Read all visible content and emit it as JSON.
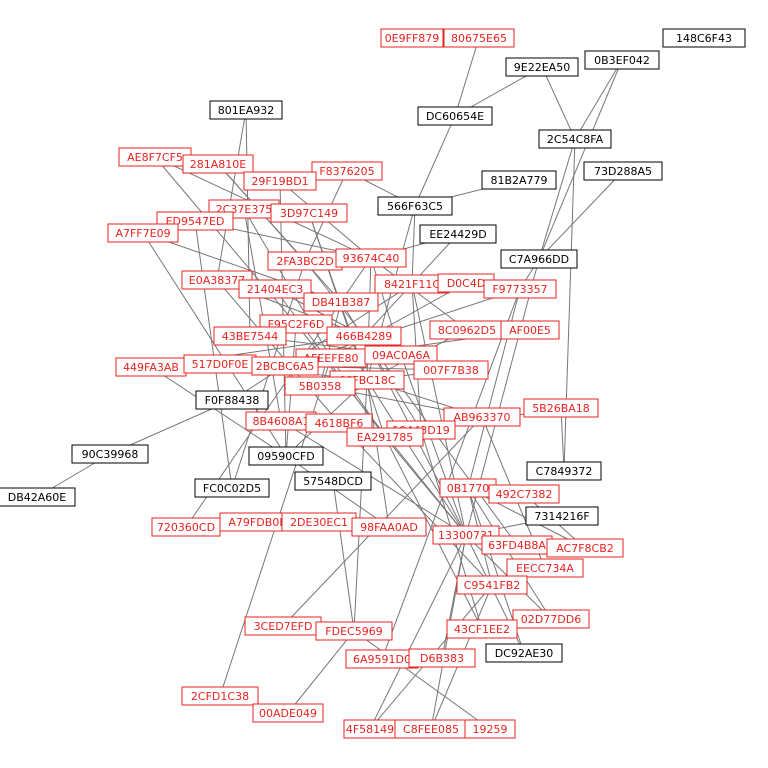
{
  "colors": {
    "highlight": "#e8231f",
    "normal": "#000000",
    "edge": "#777777"
  },
  "nodes": [
    {
      "id": "0E9FF879",
      "group": "highlight"
    },
    {
      "id": "80675E65",
      "group": "highlight"
    },
    {
      "id": "148C6F43",
      "group": "normal"
    },
    {
      "id": "9E22EA50",
      "group": "normal"
    },
    {
      "id": "0B3EF042",
      "group": "normal"
    },
    {
      "id": "801EA932",
      "group": "normal"
    },
    {
      "id": "DC60654E",
      "group": "normal"
    },
    {
      "id": "2C54C8FA",
      "group": "normal"
    },
    {
      "id": "AE8F7CF5",
      "group": "highlight"
    },
    {
      "id": "281A810E",
      "group": "highlight"
    },
    {
      "id": "F8376205",
      "group": "highlight"
    },
    {
      "id": "73D288A5",
      "group": "normal"
    },
    {
      "id": "29F19BD1",
      "group": "highlight"
    },
    {
      "id": "81B2A779",
      "group": "normal"
    },
    {
      "id": "2C37E375",
      "group": "highlight"
    },
    {
      "id": "566F63C5",
      "group": "normal"
    },
    {
      "id": "3D97C149",
      "group": "highlight"
    },
    {
      "id": "ED9547ED",
      "group": "highlight"
    },
    {
      "id": "A7FF7E09",
      "group": "highlight"
    },
    {
      "id": "EE24429D",
      "group": "normal"
    },
    {
      "id": "2FA3BC2D",
      "group": "highlight"
    },
    {
      "id": "93674C40",
      "group": "highlight"
    },
    {
      "id": "C7A966DD",
      "group": "normal"
    },
    {
      "id": "E0A38377",
      "group": "highlight"
    },
    {
      "id": "8421F11C",
      "group": "highlight"
    },
    {
      "id": "D0C4D",
      "group": "highlight"
    },
    {
      "id": "21404EC3",
      "group": "highlight"
    },
    {
      "id": "F9773357",
      "group": "highlight"
    },
    {
      "id": "DB41B387",
      "group": "highlight"
    },
    {
      "id": "F95C2F6D",
      "group": "highlight"
    },
    {
      "id": "8C0962D5",
      "group": "highlight"
    },
    {
      "id": "AF00E5",
      "group": "highlight"
    },
    {
      "id": "43BE7544",
      "group": "highlight"
    },
    {
      "id": "466B4289",
      "group": "highlight"
    },
    {
      "id": "AFEEFE80",
      "group": "highlight"
    },
    {
      "id": "09AC0A6A",
      "group": "highlight"
    },
    {
      "id": "449FA3AB",
      "group": "highlight"
    },
    {
      "id": "517D0F0E",
      "group": "highlight"
    },
    {
      "id": "2BCBC6A5",
      "group": "highlight"
    },
    {
      "id": "007F7B38",
      "group": "highlight"
    },
    {
      "id": "66FBC18C",
      "group": "highlight"
    },
    {
      "id": "5B0358",
      "group": "highlight"
    },
    {
      "id": "F0F88438",
      "group": "normal"
    },
    {
      "id": "5B26BA18",
      "group": "highlight"
    },
    {
      "id": "AB963370",
      "group": "highlight"
    },
    {
      "id": "8B4608A1",
      "group": "highlight"
    },
    {
      "id": "4618BF6",
      "group": "highlight"
    },
    {
      "id": "19443D19",
      "group": "highlight"
    },
    {
      "id": "EA291785",
      "group": "highlight"
    },
    {
      "id": "90C39968",
      "group": "normal"
    },
    {
      "id": "09590CFD",
      "group": "normal"
    },
    {
      "id": "C7849372",
      "group": "normal"
    },
    {
      "id": "57548DCD",
      "group": "normal"
    },
    {
      "id": "0B1770",
      "group": "highlight"
    },
    {
      "id": "FC0C02D5",
      "group": "normal"
    },
    {
      "id": "492C7382",
      "group": "highlight"
    },
    {
      "id": "DB42A60E",
      "group": "normal"
    },
    {
      "id": "7314216F",
      "group": "normal"
    },
    {
      "id": "720360CD",
      "group": "highlight"
    },
    {
      "id": "A79FDB0F",
      "group": "highlight"
    },
    {
      "id": "2DE30EC1",
      "group": "highlight"
    },
    {
      "id": "98FAA0AD",
      "group": "highlight"
    },
    {
      "id": "13300731",
      "group": "highlight"
    },
    {
      "id": "63FD4B8A",
      "group": "highlight"
    },
    {
      "id": "AC7F8CB2",
      "group": "highlight"
    },
    {
      "id": "EECC734A",
      "group": "highlight"
    },
    {
      "id": "C9541FB2",
      "group": "highlight"
    },
    {
      "id": "02D77DD6",
      "group": "highlight"
    },
    {
      "id": "3CED7EFD",
      "group": "highlight"
    },
    {
      "id": "FDEC5969",
      "group": "highlight"
    },
    {
      "id": "43CF1EE2",
      "group": "highlight"
    },
    {
      "id": "DC92AE30",
      "group": "normal"
    },
    {
      "id": "6A9591D0",
      "group": "highlight"
    },
    {
      "id": "D6B383",
      "group": "highlight"
    },
    {
      "id": "2CFD1C38",
      "group": "highlight"
    },
    {
      "id": "00ADE049",
      "group": "highlight"
    },
    {
      "id": "4F58149",
      "group": "highlight"
    },
    {
      "id": "C8FEE085",
      "group": "highlight"
    },
    {
      "id": "19259",
      "group": "highlight"
    }
  ],
  "edges": [
    [
      "80675E65",
      "DC60654E"
    ],
    [
      "9E22EA50",
      "DC60654E"
    ],
    [
      "9E22EA50",
      "2C54C8FA"
    ],
    [
      "0B3EF042",
      "2C54C8FA"
    ],
    [
      "0B3EF042",
      "C7A966DD"
    ],
    [
      "2C54C8FA",
      "C7A966DD"
    ],
    [
      "DC60654E",
      "566F63C5"
    ],
    [
      "81B2A779",
      "566F63C5"
    ],
    [
      "73D288A5",
      "C7A966DD"
    ],
    [
      "801EA932",
      "E0A38377"
    ],
    [
      "801EA932",
      "43BE7544"
    ],
    [
      "AE8F7CF5",
      "93674C40"
    ],
    [
      "281A810E",
      "2FA3BC2D"
    ],
    [
      "281A810E",
      "DB41B387"
    ],
    [
      "29F19BD1",
      "93674C40"
    ],
    [
      "F8376205",
      "566F63C5"
    ],
    [
      "F8376205",
      "2FA3BC2D"
    ],
    [
      "2C37E375",
      "AFEEFE80"
    ],
    [
      "3D97C149",
      "66FBC18C"
    ],
    [
      "ED9547ED",
      "93674C40"
    ],
    [
      "A7FF7E09",
      "DB41B387"
    ],
    [
      "EE24429D",
      "93674C40"
    ],
    [
      "EE24429D",
      "466B4289"
    ],
    [
      "566F63C5",
      "66FBC18C"
    ],
    [
      "566F63C5",
      "8421F11C"
    ],
    [
      "C7A966DD",
      "13300731"
    ],
    [
      "C7A966DD",
      "F9773357"
    ],
    [
      "2C54C8FA",
      "C7849372"
    ],
    [
      "93674C40",
      "66FBC18C"
    ],
    [
      "93674C40",
      "09AC0A6A"
    ],
    [
      "93674C40",
      "8C0962D5"
    ],
    [
      "E0A38377",
      "466B4289"
    ],
    [
      "21404EC3",
      "EA291785"
    ],
    [
      "8421F11C",
      "19443D19"
    ],
    [
      "D0C4D",
      "AFEEFE80"
    ],
    [
      "F9773357",
      "0B1770"
    ],
    [
      "DB41B387",
      "5B0358"
    ],
    [
      "F95C2F6D",
      "09590CFD"
    ],
    [
      "8C0962D5",
      "66FBC18C"
    ],
    [
      "AF00E5",
      "AFEEFE80"
    ],
    [
      "43BE7544",
      "09AC0A6A"
    ],
    [
      "449FA3AB",
      "466B4289"
    ],
    [
      "517D0F0E",
      "09AC0A6A"
    ],
    [
      "2BCBC6A5",
      "007F7B38"
    ],
    [
      "007F7B38",
      "66FBC18C"
    ],
    [
      "F0F88438",
      "90C39968"
    ],
    [
      "90C39968",
      "DB42A60E"
    ],
    [
      "F0F88438",
      "8421F11C"
    ],
    [
      "5B26BA18",
      "C7849372"
    ],
    [
      "5B26BA18",
      "EA291785"
    ],
    [
      "AB963370",
      "66FBC18C"
    ],
    [
      "8B4608A1",
      "13300731"
    ],
    [
      "4618BF6",
      "C9541FB2"
    ],
    [
      "EA291785",
      "43CF1EE2"
    ],
    [
      "EA291785",
      "13300731"
    ],
    [
      "09590CFD",
      "98FAA0AD"
    ],
    [
      "09590CFD",
      "66FBC18C"
    ],
    [
      "57548DCD",
      "FDEC5969"
    ],
    [
      "FC0C02D5",
      "2FA3BC2D"
    ],
    [
      "0B1770",
      "C9541FB2"
    ],
    [
      "492C7382",
      "AC7F8CB2"
    ],
    [
      "7314216F",
      "13300731"
    ],
    [
      "A79FDB0F",
      "2DE30EC1"
    ],
    [
      "720360CD",
      "93674C40"
    ],
    [
      "98FAA0AD",
      "66FBC18C"
    ],
    [
      "13300731",
      "C8FEE085"
    ],
    [
      "13300731",
      "DC92AE30"
    ],
    [
      "13300731",
      "02D77DD6"
    ],
    [
      "63FD4B8A",
      "466B4289"
    ],
    [
      "EECC734A",
      "AB963370"
    ],
    [
      "C9541FB2",
      "4F58149"
    ],
    [
      "43CF1EE2",
      "19443D19"
    ],
    [
      "3CED7EFD",
      "AB963370"
    ],
    [
      "FDEC5969",
      "66FBC18C"
    ],
    [
      "6A9591D0",
      "F9773357"
    ],
    [
      "D6B383",
      "13300731"
    ],
    [
      "2CFD1C38",
      "AFEEFE80"
    ],
    [
      "00ADE049",
      "FDEC5969"
    ],
    [
      "19259",
      "FDEC5969"
    ],
    [
      "C8FEE085",
      "C9541FB2"
    ],
    [
      "4F58149",
      "13300731"
    ],
    [
      "DC92AE30",
      "0B1770"
    ],
    [
      "02D77DD6",
      "0B1770"
    ],
    [
      "AC7F8CB2",
      "0B1770"
    ],
    [
      "2FA3BC2D",
      "466B4289"
    ],
    [
      "466B4289",
      "13300731"
    ],
    [
      "09AC0A6A",
      "13300731"
    ],
    [
      "5B0358",
      "AB963370"
    ],
    [
      "AFEEFE80",
      "EA291785"
    ],
    [
      "66FBC18C",
      "13300731"
    ],
    [
      "8421F11C",
      "13300731"
    ],
    [
      "21404EC3",
      "466B4289"
    ],
    [
      "DB41B387",
      "19443D19"
    ],
    [
      "F95C2F6D",
      "13300731"
    ],
    [
      "2BCBC6A5",
      "F9773357"
    ],
    [
      "517D0F0E",
      "66FBC18C"
    ],
    [
      "449FA3AB",
      "09590CFD"
    ],
    [
      "2C37E375",
      "8B4608A1"
    ],
    [
      "E0A38377",
      "4618BF6"
    ],
    [
      "3D97C149",
      "EA291785"
    ],
    [
      "29F19BD1",
      "09590CFD"
    ],
    [
      "ED9547ED",
      "FC0C02D5"
    ],
    [
      "A7FF7E09",
      "09590CFD"
    ],
    [
      "AE8F7CF5",
      "F95C2F6D"
    ]
  ]
}
